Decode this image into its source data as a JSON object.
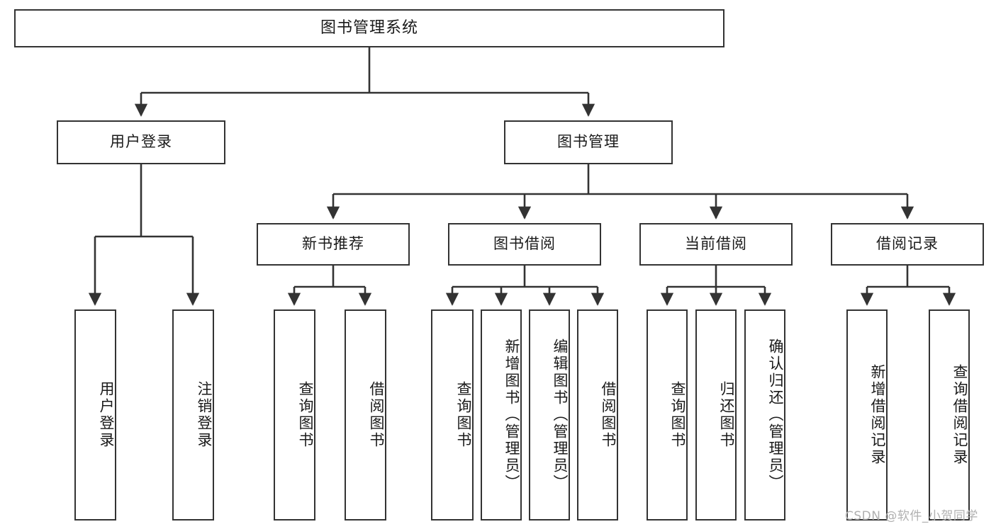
{
  "diagram": {
    "type": "tree-hierarchy",
    "title_text": "图书管理系统",
    "colors": {
      "box_border": "#333333",
      "box_fill": "#ffffff",
      "connector": "#333333",
      "text": "#1a1a1a",
      "watermark": "#b0b0b0",
      "background": "#ffffff"
    }
  },
  "root": {
    "label": "图书管理系统"
  },
  "level2": {
    "user_login": {
      "label": "用户登录"
    },
    "book_manage": {
      "label": "图书管理"
    }
  },
  "level3": {
    "new_book_rec": {
      "label": "新书推荐"
    },
    "book_borrow": {
      "label": "图书借阅"
    },
    "current_borrow": {
      "label": "当前借阅"
    },
    "borrow_record": {
      "label": "借阅记录"
    }
  },
  "leaves": {
    "user_login": [
      {
        "label": "用户登录"
      },
      {
        "label": "注销登录"
      }
    ],
    "new_book_rec": [
      {
        "label": "查询图书"
      },
      {
        "label": "借阅图书"
      }
    ],
    "book_borrow": [
      {
        "label": "查询图书"
      },
      {
        "label": "新增图书（管理员）"
      },
      {
        "label": "编辑图书（管理员）"
      },
      {
        "label": "借阅图书"
      }
    ],
    "current_borrow": [
      {
        "label": "查询图书"
      },
      {
        "label": "归还图书"
      },
      {
        "label": "确认归还（管理员）"
      }
    ],
    "borrow_record": [
      {
        "label": "新增借阅记录"
      },
      {
        "label": "查询借阅记录"
      }
    ]
  },
  "watermark": {
    "text": "CSDN @软件_小贺同学"
  }
}
